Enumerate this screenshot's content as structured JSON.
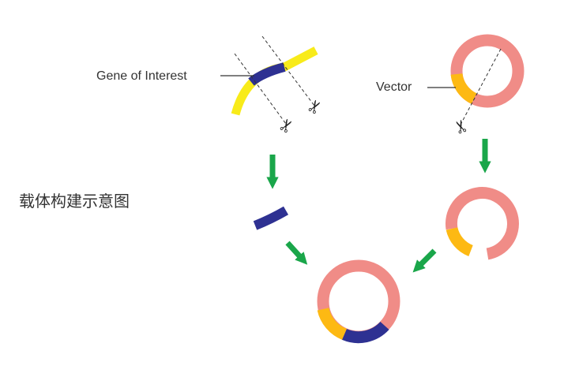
{
  "labels": {
    "gene_of_interest": "Gene of Interest",
    "vector": "Vector",
    "title": "载体构建示意图"
  },
  "icons": {
    "scissors_glyph": "✂",
    "arrow": "down-arrow"
  },
  "colors": {
    "gene_yellow": "#f8eb1a",
    "gene_insert_blue": "#2e3192",
    "vector_pink": "#f08c87",
    "vector_orange": "#fdb913",
    "arrow_green": "#1aa64a",
    "text": "#333333",
    "dashed_line": "#333333"
  }
}
